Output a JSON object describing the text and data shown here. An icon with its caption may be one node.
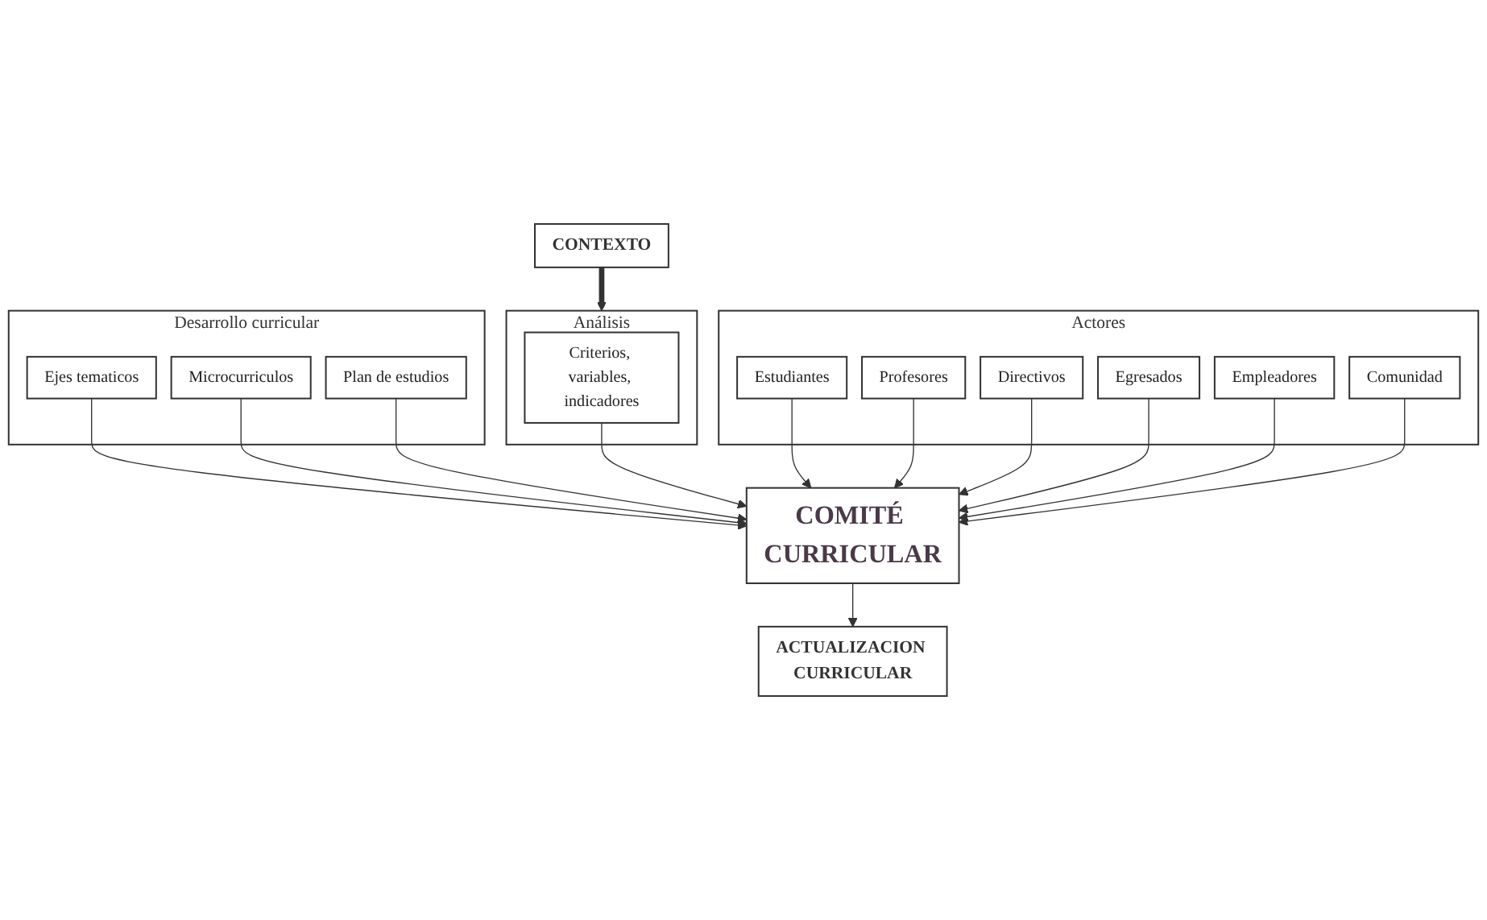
{
  "diagram": {
    "nodes": [
      {
        "text": [
          "CONTEXTO"
        ]
      },
      {
        "text": [
          "Desarrollo curricular"
        ]
      },
      {
        "text": [
          "Ejes tematicos"
        ],
        "in": 1
      },
      {
        "text": [
          "Microcurriculos"
        ],
        "in": 1
      },
      {
        "text": [
          "Plan de estudios"
        ],
        "in": 1
      },
      {
        "text": [
          "Análisis"
        ]
      },
      {
        "text": [
          "Criterios, variables, indicadores"
        ],
        "in": 5
      },
      {
        "text": [
          "Actores"
        ]
      },
      {
        "text": [
          "Estudiantes"
        ],
        "in": 7
      },
      {
        "text": [
          "Profesores"
        ],
        "in": 7
      },
      {
        "text": [
          "Directivos"
        ],
        "in": 7
      },
      {
        "text": [
          "Egresados"
        ],
        "in": 7
      },
      {
        "text": [
          "Empleadores"
        ],
        "in": 7
      },
      {
        "text": [
          "Comunidad"
        ],
        "in": 7
      },
      {
        "text": [
          "COMITÉ CURRICULAR"
        ]
      },
      {
        "text": [
          "ACTUALIZACION CURRICULAR"
        ]
      }
    ],
    "edges": [
      {
        "from": 0,
        "to": 5,
        "arrow": "to",
        "style": "thick"
      },
      {
        "from": 2,
        "to": 14,
        "arrow": "to"
      },
      {
        "from": 3,
        "to": 14,
        "arrow": "to"
      },
      {
        "from": 4,
        "to": 14,
        "arrow": "to"
      },
      {
        "from": 6,
        "to": 14,
        "arrow": "to"
      },
      {
        "from": 8,
        "to": 14,
        "arrow": "to"
      },
      {
        "from": 9,
        "to": 14,
        "arrow": "to"
      },
      {
        "from": 10,
        "to": 14,
        "arrow": "to"
      },
      {
        "from": 11,
        "to": 14,
        "arrow": "to"
      },
      {
        "from": 12,
        "to": 14,
        "arrow": "to"
      },
      {
        "from": 13,
        "to": 14,
        "arrow": "to"
      },
      {
        "from": 14,
        "to": 15,
        "arrow": "to"
      }
    ]
  }
}
